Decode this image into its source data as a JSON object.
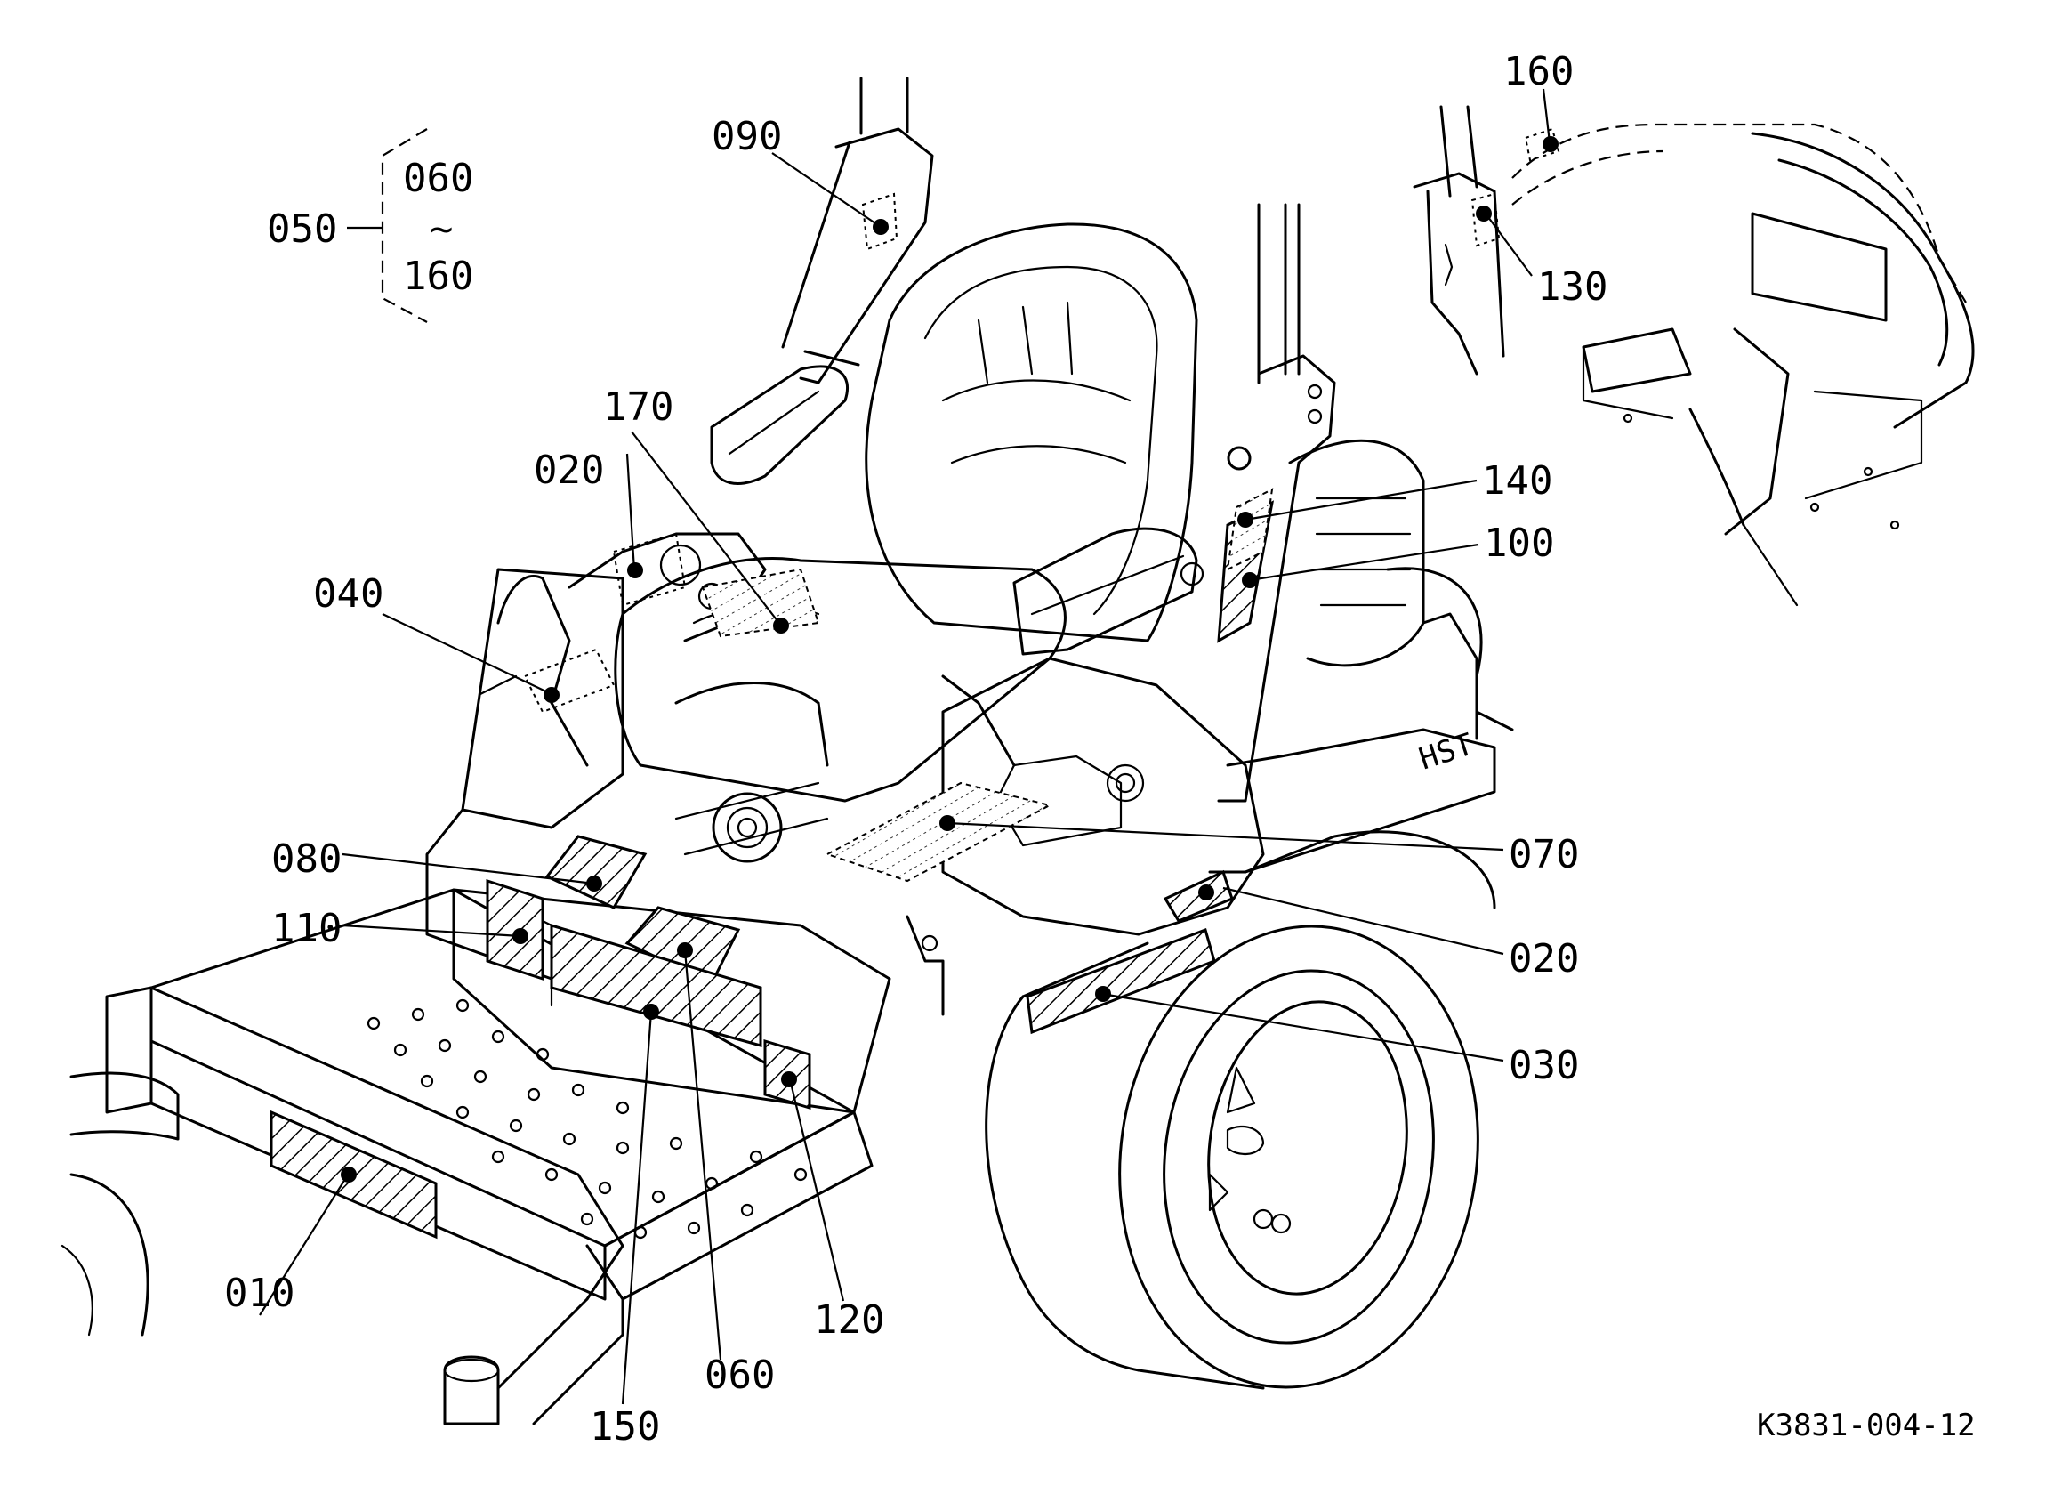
{
  "labels": {
    "c010": "010",
    "c020a": "020",
    "c020b": "020",
    "c030": "030",
    "c040": "040",
    "c050": "050",
    "c060a": "060",
    "c060b": "060",
    "c070": "070",
    "c080": "080",
    "c090": "090",
    "c100": "100",
    "c110": "110",
    "c120": "120",
    "c130": "130",
    "c140": "140",
    "c150": "150",
    "c160a": "160",
    "c160b": "160",
    "c170": "170"
  },
  "range_mark": "~",
  "badge": "HST",
  "figure_ref": "K3831-004-12"
}
